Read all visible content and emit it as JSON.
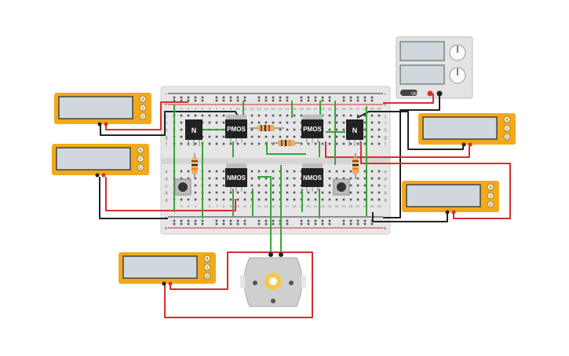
{
  "breadboard": {
    "rail_plus": "+",
    "rail_minus": "-",
    "col_letters_top": [
      "j",
      "i",
      "h",
      "g",
      "f"
    ],
    "col_letters_bottom": [
      "e",
      "d",
      "c",
      "b",
      "a"
    ],
    "column_numbers": [
      "1",
      "2",
      "3",
      "4",
      "5",
      "6",
      "7",
      "8",
      "9",
      "10",
      "11",
      "12",
      "13",
      "14",
      "15",
      "16",
      "17",
      "18",
      "19",
      "20",
      "21",
      "22",
      "23",
      "24",
      "25",
      "26",
      "27",
      "28",
      "29",
      "30"
    ]
  },
  "components": {
    "pmos_left": "PMOS",
    "pmos_right": "PMOS",
    "nmos_left": "NMOS",
    "nmos_right": "NMOS",
    "npn_left": "N",
    "npn_right": "N"
  },
  "multimeter_modes": [
    "A",
    "V",
    "Ω"
  ],
  "power_supply": {
    "switch_label": "OFF"
  },
  "colors": {
    "meter_body": "#f2a91c",
    "meter_screen": "#cfd8dc",
    "wire_red": "#d32f2f",
    "wire_green": "#3aa43a",
    "wire_black": "#222222",
    "board": "#e8e8e8"
  }
}
